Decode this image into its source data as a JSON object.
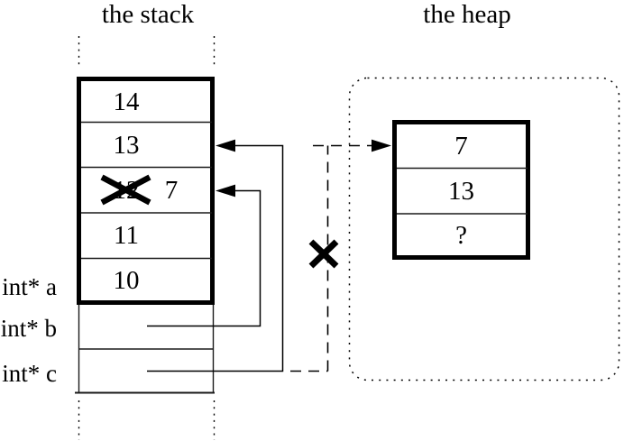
{
  "diagram": {
    "background": "#ffffff",
    "line_color": "#000000",
    "stack": {
      "title": "the stack",
      "cells": [
        {
          "value": "14"
        },
        {
          "value": "13"
        },
        {
          "value": "12",
          "crossed_out": true,
          "new_value": "7"
        },
        {
          "value": "11"
        },
        {
          "value": "10"
        }
      ],
      "pointer_rows": [
        {
          "label": "int* a"
        },
        {
          "label": "int* b"
        },
        {
          "label": "int* c"
        }
      ]
    },
    "heap": {
      "title": "the heap",
      "cells": [
        {
          "value": "7"
        },
        {
          "value": "13"
        },
        {
          "value": "?"
        }
      ]
    },
    "connections": [
      {
        "from": "int* b",
        "to": "stack cell 12/7",
        "style": "solid-arrow"
      },
      {
        "from": "int* c",
        "to": "stack cell 13",
        "style": "solid-arrow"
      },
      {
        "from": "int* c",
        "to": "heap cell 7",
        "style": "dashed-arrow",
        "crossed_out": true
      }
    ]
  }
}
